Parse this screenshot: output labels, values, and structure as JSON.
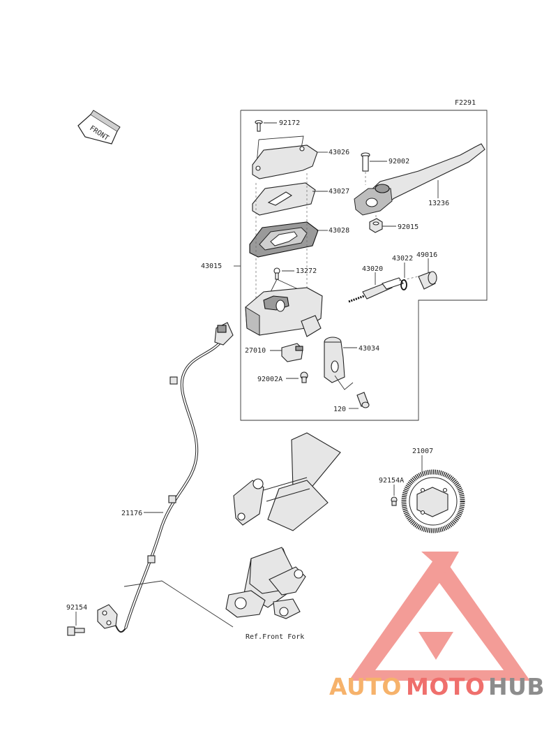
{
  "figure_code": "F2291",
  "front_label": "FRONT",
  "ref_label": "Ref.Front Fork",
  "parts": {
    "p92172": "92172",
    "p43026": "43026",
    "p43027": "43027",
    "p43028": "43028",
    "p43015": "43015",
    "p13272": "13272",
    "p92002": "92002",
    "p13236": "13236",
    "p92015": "92015",
    "p43022": "43022",
    "p49016": "49016",
    "p43020": "43020",
    "p27010": "27010",
    "p43034": "43034",
    "p92002A": "92002A",
    "p120": "120",
    "p21007": "21007",
    "p92154A": "92154A",
    "p21176": "21176",
    "p92154": "92154"
  },
  "watermark": {
    "brand_part1": "AUTO",
    "brand_part2": "MOTO",
    "brand_part3": "HUB",
    "color_orange": "#f6b26b",
    "color_red": "#ef6f6c",
    "color_gray": "#8c8c8c"
  }
}
